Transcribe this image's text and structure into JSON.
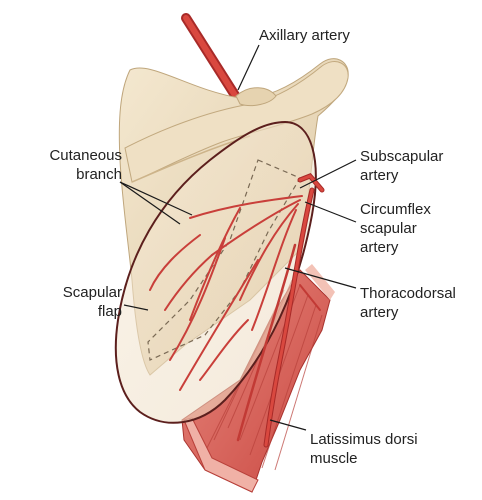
{
  "labels": {
    "axillary": [
      "Axillary artery"
    ],
    "cutaneous": [
      "Cutaneous",
      "branch"
    ],
    "scapular_flap": [
      "Scapular",
      "flap"
    ],
    "subscapular": [
      "Subscapular",
      "artery"
    ],
    "circumflex": [
      "Circumflex",
      "scapular",
      "artery"
    ],
    "thoracodorsal": [
      "Thoracodorsal",
      "artery"
    ],
    "latissimus": [
      "Latissimus dorsi",
      "muscle"
    ]
  },
  "colors": {
    "bone": "#ebdcc0",
    "bone_shadow": "#d2bd98",
    "artery": "#cf3e3b",
    "artery_dark": "#a82a28",
    "muscle": "#d9675f",
    "muscle_light": "#f0b1a6",
    "flap_outline": "#5c1f1d",
    "flap_fill": "#f7ecdc",
    "leader": "#1a1a1a"
  }
}
